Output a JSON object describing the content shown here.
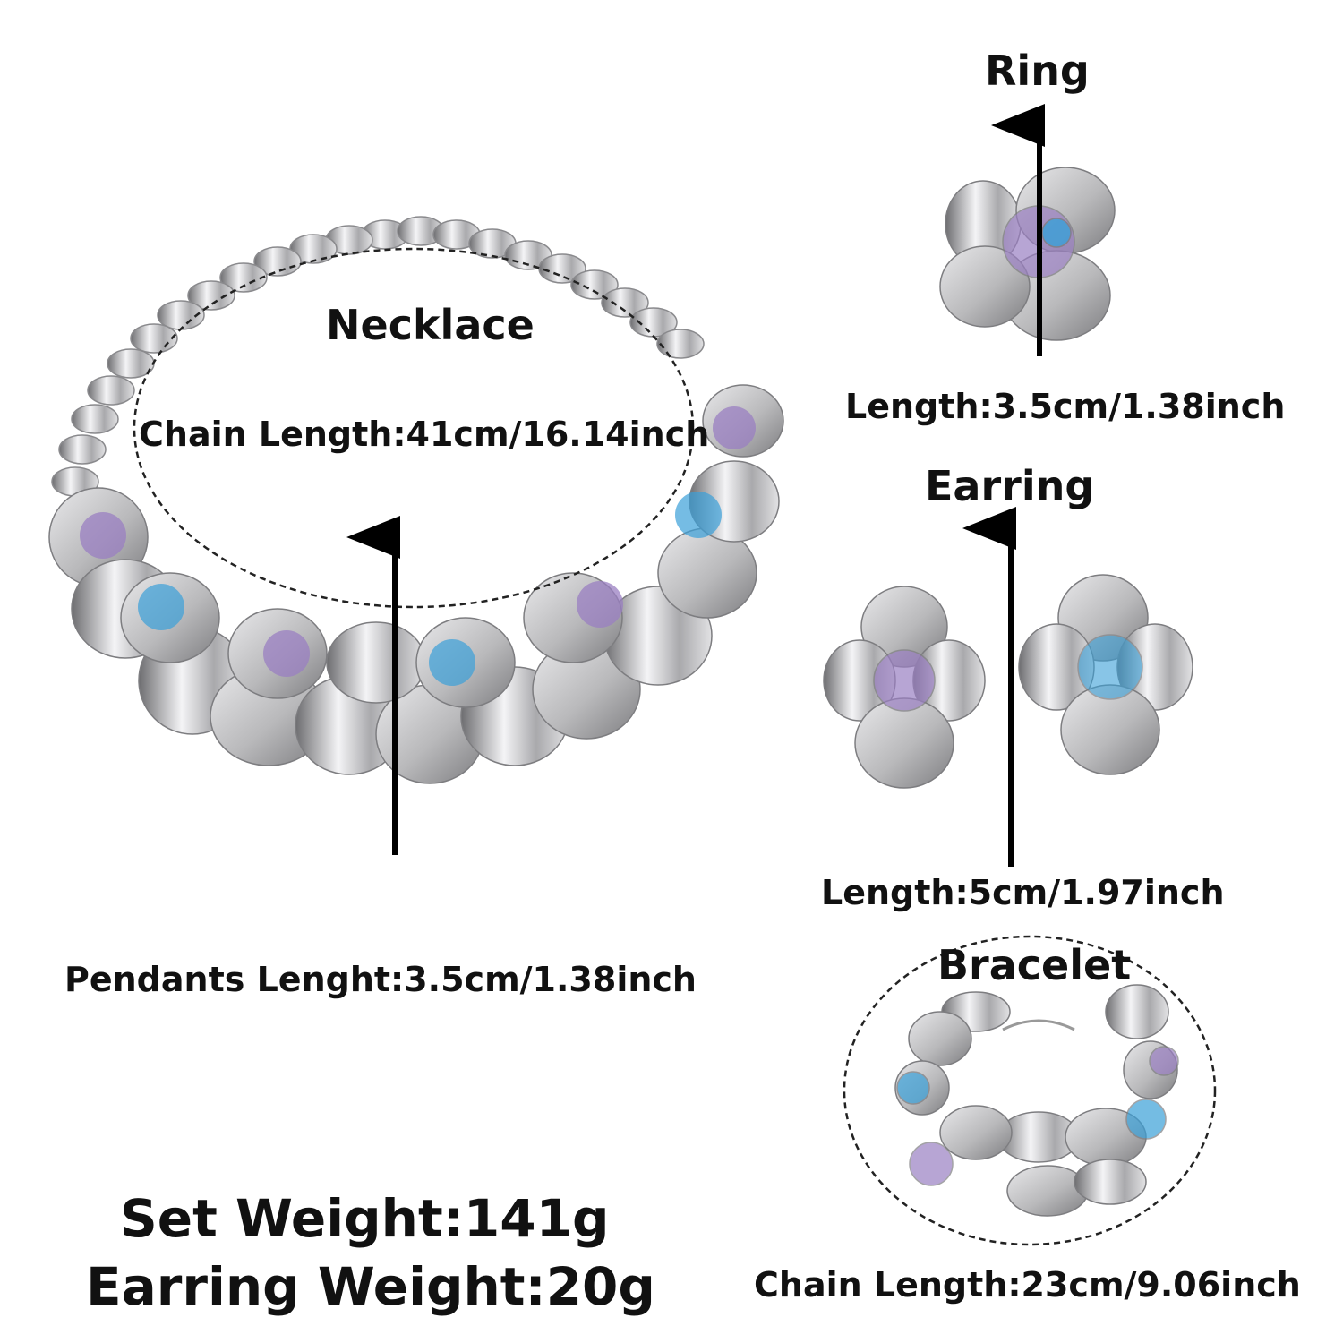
{
  "necklace": {
    "title": "Necklace",
    "chain_length": "Chain Length:41cm/16.14inch",
    "pendants_length": "Pendants Lenght:3.5cm/1.38inch"
  },
  "ring": {
    "title": "Ring",
    "length": "Length:3.5cm/1.38inch"
  },
  "earring": {
    "title": "Earring",
    "length": "Length:5cm/1.97inch"
  },
  "bracelet": {
    "title": "Bracelet",
    "chain_length": "Chain Length:23cm/9.06inch"
  },
  "weights": {
    "set_weight": "Set Weight:141g",
    "earring_weight": "Earring Weight:20g"
  },
  "colors": {
    "metal": "#b9b9bb",
    "metal_dark": "#7d7d80",
    "stone_blue": "#3aa0d8",
    "stone_purple": "#9a7fc2",
    "text": "#111111"
  }
}
